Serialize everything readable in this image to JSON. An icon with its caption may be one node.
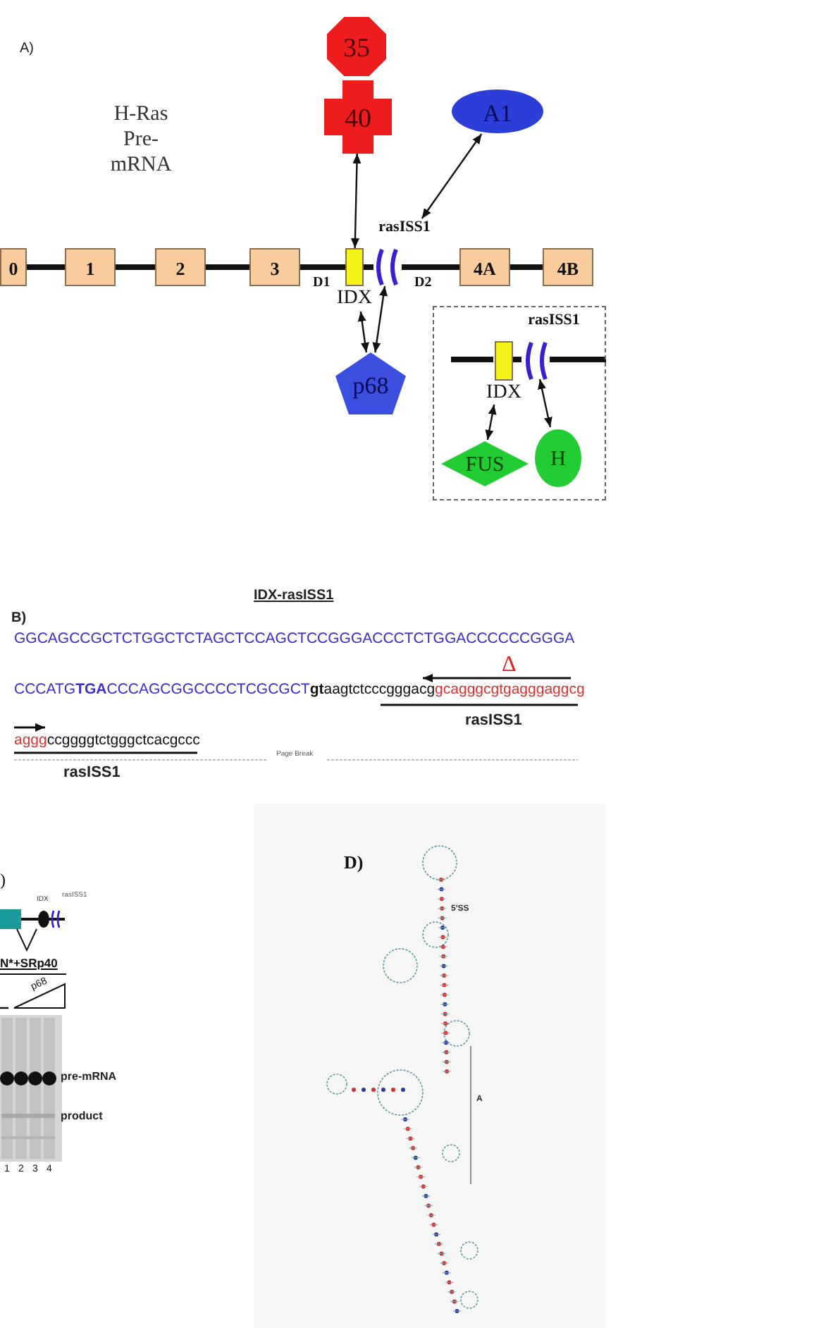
{
  "diagram": {
    "nodes": [
      {
        "text": [
          "35"
        ]
      },
      {
        "text": [
          "40"
        ]
      },
      {
        "text": [
          "A1"
        ]
      },
      {
        "text": [
          "0"
        ]
      },
      {
        "text": [
          "1"
        ]
      },
      {
        "text": [
          "2"
        ]
      },
      {
        "text": [
          "3"
        ]
      },
      {
        "text": [
          "IDX"
        ]
      },
      {
        "text": [
          "rasISS1"
        ]
      },
      {
        "text": [
          "4A"
        ]
      },
      {
        "text": [
          "4B"
        ]
      },
      {
        "text": [
          "p68"
        ]
      },
      {
        "text": [],
        "shape": "box"
      },
      {
        "text": [
          "IDX"
        ],
        "in": 12
      },
      {
        "text": [
          "rasISS1"
        ],
        "in": 12
      },
      {
        "text": [
          "FUS"
        ],
        "in": 12
      },
      {
        "text": [
          "H"
        ],
        "in": 12
      }
    ],
    "edges": [
      {
        "from": 1,
        "to": 7,
        "arrow": "both"
      },
      {
        "from": 2,
        "to": 8,
        "arrow": "both"
      },
      {
        "from": 3,
        "to": 4,
        "arrow": "none"
      },
      {
        "from": 4,
        "to": 5,
        "arrow": "none"
      },
      {
        "from": 5,
        "to": 6,
        "arrow": "none"
      },
      {
        "from": 6,
        "to": 7,
        "arrow": "none"
      },
      {
        "from": 7,
        "to": 8,
        "arrow": "none"
      },
      {
        "from": 8,
        "to": 9,
        "arrow": "none"
      },
      {
        "from": 9,
        "to": 10,
        "arrow": "none"
      },
      {
        "from": 7,
        "to": 11,
        "arrow": "both"
      },
      {
        "from": 8,
        "to": 11,
        "arrow": "both"
      },
      {
        "from": 13,
        "to": 14,
        "arrow": "none"
      },
      {
        "from": 13,
        "to": 15,
        "arrow": "both"
      },
      {
        "from": 14,
        "to": 16,
        "arrow": "both"
      }
    ],
    "labels": [
      "A)",
      "H-Ras Pre-mRNA",
      "D1",
      "D2",
      "B)",
      "IDX-rasISS1",
      "GGCAGCCGCTCTGGCTCTAGCTCCAGCTCCGGGACCCTCTGGACCCCCCGGGA",
      "CCCATG**TGA**CCCAGCGGCCCCTCGCGCT",
      "**gt**aagtctcccgggacg",
      "gcagggcgtgagggaggcg",
      "Δ",
      "rasISS1",
      "aggg",
      "ccggggtctgggctcacgccc",
      "Page Break",
      "rasISS1",
      ")",
      "IDX",
      "rasISS1",
      "N*+SRp40",
      "p68",
      "pre-mRNA",
      "product",
      "1",
      "2",
      "3",
      "4",
      "D)",
      "5'SS",
      "A"
    ]
  }
}
